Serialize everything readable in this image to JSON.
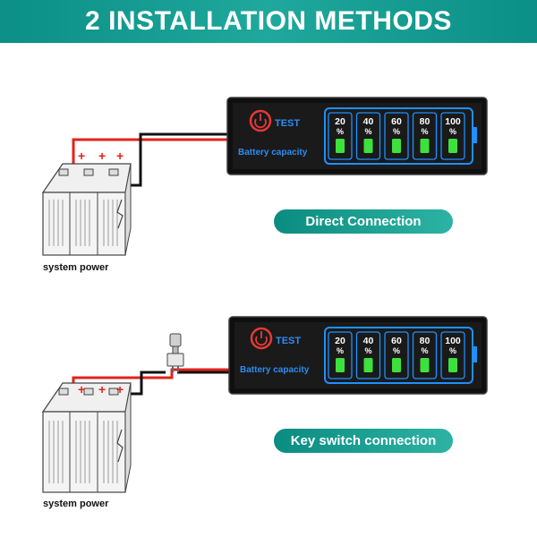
{
  "header": {
    "title": "2 INSTALLATION METHODS"
  },
  "colors": {
    "accent": "#13a193",
    "panel": "#151515",
    "led_green": "#3de13d",
    "led_frame": "#1e90ff",
    "power_ring": "#e53935",
    "wire_red": "#e2231a",
    "wire_black": "#111111"
  },
  "panel": {
    "test_label": "TEST",
    "capacity_label": "Battery capacity",
    "levels": [
      {
        "value": "20",
        "unit": "%"
      },
      {
        "value": "40",
        "unit": "%"
      },
      {
        "value": "60",
        "unit": "%"
      },
      {
        "value": "80",
        "unit": "%"
      },
      {
        "value": "100",
        "unit": "%"
      }
    ]
  },
  "battery": {
    "terminal_sign": "+"
  },
  "methods": [
    {
      "label": "Direct Connection",
      "caption": "system power"
    },
    {
      "label": "Key switch connection",
      "caption": "system power"
    }
  ]
}
